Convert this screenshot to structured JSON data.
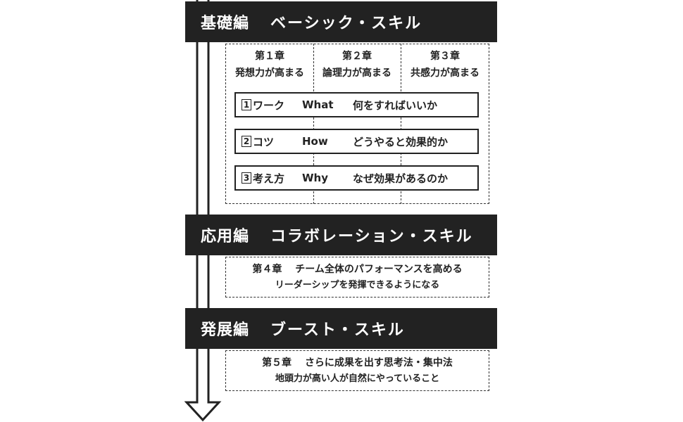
{
  "basic": {
    "section": "基礎編",
    "skill": "ベーシック・スキル",
    "chapters": [
      {
        "num": "第１章",
        "title": "発想力が高まる"
      },
      {
        "num": "第２章",
        "title": "論理力が高まる"
      },
      {
        "num": "第３章",
        "title": "共感力が高まる"
      }
    ],
    "rows": [
      {
        "num": "1",
        "label": "ワーク",
        "eng": "What",
        "desc": "何をすればいいか"
      },
      {
        "num": "2",
        "label": "コツ",
        "eng": "How",
        "desc": "どうやると効果的か"
      },
      {
        "num": "3",
        "label": "考え方",
        "eng": "Why",
        "desc": "なぜ効果があるのか"
      }
    ]
  },
  "applied": {
    "section": "応用編",
    "skill": "コラボレーション・スキル",
    "chapter": "第４章",
    "line1": "チーム全体のパフォーマンスを高める",
    "line2": "リーダーシップを発揮できるようになる"
  },
  "advanced": {
    "section": "発展編",
    "skill": "ブースト・スキル",
    "chapter": "第５章",
    "line1": "さらに成果を出す思考法・集中法",
    "line2": "地頭力が高い人が自然にやっていること"
  }
}
